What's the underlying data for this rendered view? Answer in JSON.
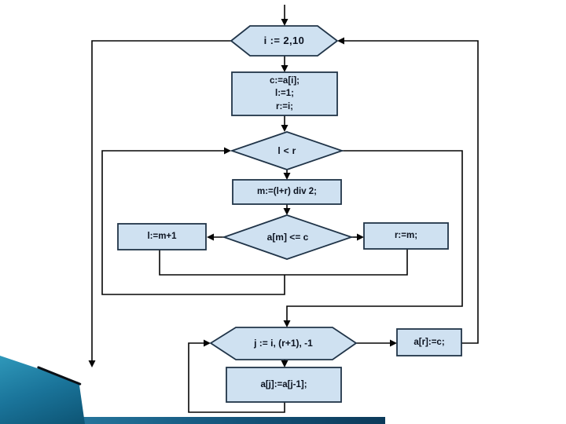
{
  "slide": {
    "background": "#ffffff",
    "decor": {
      "wedge_color_light": "#2f98ba",
      "wedge_color_dark": "#0d5474",
      "bar_color_left": "#2e86ad",
      "bar_color_right": "#0c3a5a"
    }
  },
  "flowchart": {
    "node_fill": "#cfe1f1",
    "node_stroke": "#203448",
    "line_color": "#050505",
    "nodes": {
      "loop_i": {
        "type": "loop-hexagon",
        "label": "i := 2,10"
      },
      "init": {
        "type": "process",
        "label": "c:=a[i];\nl:=1;\nr:=i;"
      },
      "while_lr": {
        "type": "decision",
        "label": "l < r"
      },
      "mid": {
        "type": "process",
        "label": "m:=(l+r) div 2;"
      },
      "compare": {
        "type": "decision",
        "label": "a[m] <= c"
      },
      "set_l": {
        "type": "process",
        "label": "l:=m+1"
      },
      "set_r": {
        "type": "process",
        "label": "r:=m;"
      },
      "loop_j": {
        "type": "loop-hexagon",
        "label": "j := i, (r+1), -1"
      },
      "assign_ar": {
        "type": "process",
        "label": "a[r]:=c;"
      },
      "shift": {
        "type": "process",
        "label": "a[j]:=a[j-1];"
      }
    }
  }
}
